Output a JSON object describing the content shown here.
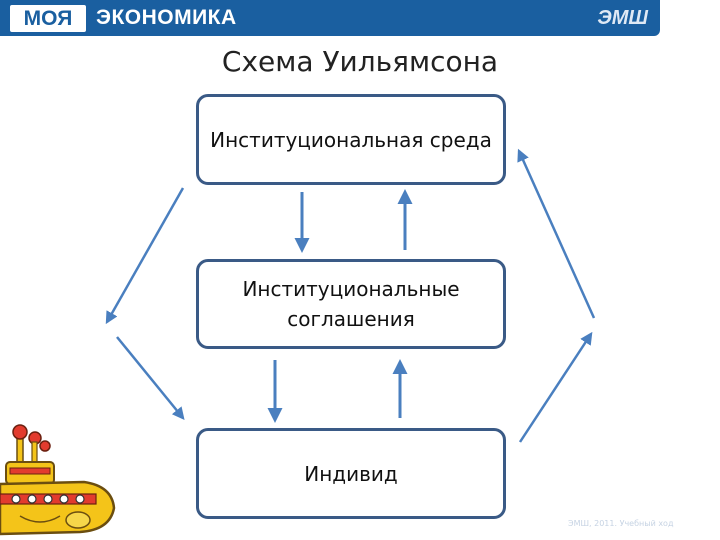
{
  "header": {
    "logo_left": "МОЯ",
    "logo_main": "ЭКОНОМИКА",
    "logo_right": "ЭМШ"
  },
  "title": "Схема Уильямсона",
  "nodes": {
    "environment": "Институциональная среда",
    "agreements": "Институциональные соглашения",
    "individual": "Индивид"
  },
  "watermark": "ЭМШ, 2011. Учебный ход",
  "colors": {
    "header": "#1a5fa0",
    "box_border": "#3a5a86",
    "arrow": "#4a7fbf"
  }
}
